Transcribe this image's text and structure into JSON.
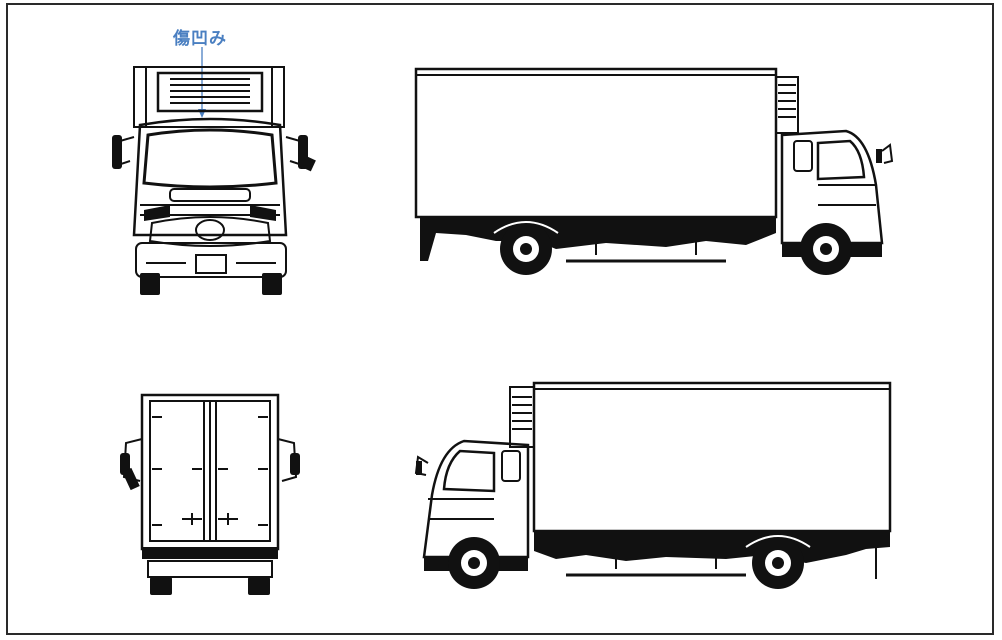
{
  "annotation": {
    "label": "傷凹み",
    "color": "#4a7fc1"
  },
  "views": [
    {
      "id": "front",
      "icon": "truck-front-view-icon"
    },
    {
      "id": "right-side",
      "icon": "truck-right-side-view-icon"
    },
    {
      "id": "rear",
      "icon": "truck-rear-view-icon"
    },
    {
      "id": "left-side",
      "icon": "truck-left-side-view-icon"
    }
  ],
  "colors": {
    "line": "#111111",
    "background": "#ffffff",
    "frame": "#2a2a2a"
  }
}
